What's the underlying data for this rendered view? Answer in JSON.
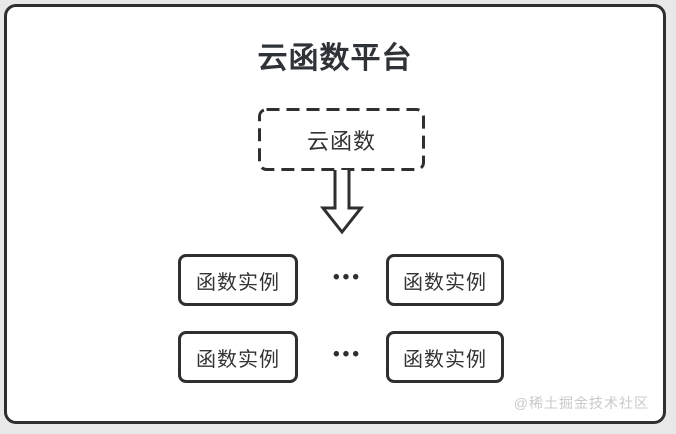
{
  "colors": {
    "outer_background": "#e8e8e8",
    "canvas_background": "#ffffff",
    "line": "#2f2f2f",
    "text": "#333333",
    "watermark": "#c9c9c9"
  },
  "diagram": {
    "title": "云函数平台",
    "cloud_function": {
      "label": "云函数"
    },
    "ellipsis": "•••",
    "instances": [
      {
        "label": "函数实例"
      },
      {
        "label": "函数实例"
      },
      {
        "label": "函数实例"
      },
      {
        "label": "函数实例"
      }
    ]
  },
  "watermark": "@稀土掘金技术社区"
}
